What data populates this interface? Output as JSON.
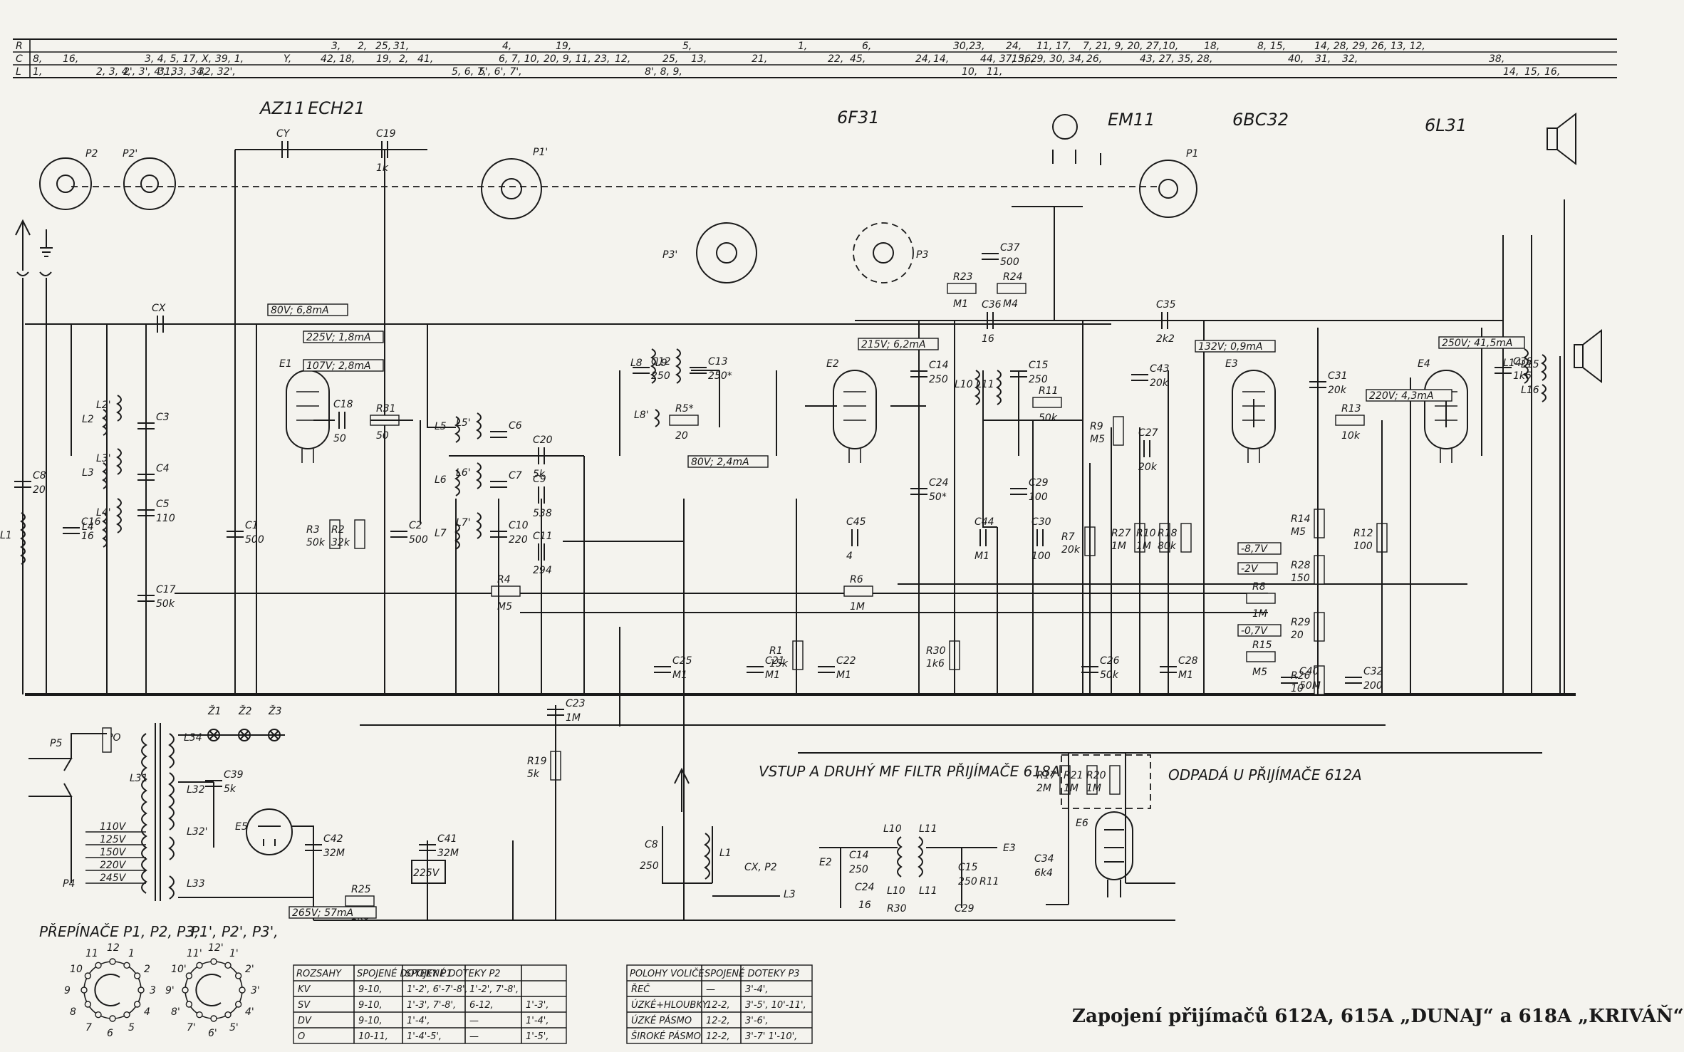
{
  "title": "Zapojení přijímačů 612A, 615A „DUNAJ“ a 618A „KRIVÁŇ“",
  "tubes": [
    {
      "id": "az11",
      "label": "AZ11"
    },
    {
      "id": "ech21",
      "label": "ECH21"
    },
    {
      "id": "6f31",
      "label": "6F31"
    },
    {
      "id": "em11",
      "label": "EM11"
    },
    {
      "id": "6bc32",
      "label": "6BC32"
    },
    {
      "id": "6l31",
      "label": "6L31"
    }
  ],
  "index_table": {
    "rows": [
      {
        "key": "R",
        "entries": [
          "3,",
          "2,",
          "25,",
          "31,",
          "4,",
          "19,",
          "5,",
          "1,",
          "6,",
          "30,23,",
          "24,",
          "11, 17,",
          "7, 21, 9, 20, 27,",
          "10,",
          "18,",
          "8, 15,",
          "14, 28, 29, 26, 13, 12,"
        ]
      },
      {
        "key": "C",
        "entries": [
          "8,",
          "16,",
          "3, 4, 5, 17, X,",
          "39, 1,",
          "Y,",
          "42,",
          "18,",
          "19,",
          "2,",
          "41,",
          "6, 7, 10,",
          "20, 9, 11, 23,",
          "12,",
          "25,",
          "13,",
          "21,",
          "22,",
          "45,",
          "24,",
          "14,",
          "44, 37, 36,",
          "15, 29, 30, 34,",
          "26,",
          "43, 27, 35, 28,",
          "40,",
          "31,",
          "32,",
          "38,"
        ]
      },
      {
        "key": "L",
        "entries": [
          "1,",
          "2, 3, 4,",
          "2', 3', 4',",
          "31,",
          "33, 34,",
          "32, 32',",
          "5, 6, 7,",
          "5', 6', 7',",
          "8', 8, 9,",
          "10,",
          "11,",
          "14,",
          "15,",
          "16,"
        ]
      }
    ]
  },
  "components": {
    "E1": "E1",
    "E2": "E2",
    "E3": "E3",
    "E4": "E4",
    "E5": "E5",
    "E6": "E6",
    "C1": "C1",
    "C1v": "500",
    "C2": "C2",
    "C2v": "500",
    "C3": "C3",
    "C4": "C4",
    "C5": "C5",
    "C5v": "110",
    "C6": "C6",
    "C7": "C7",
    "C8": "C8",
    "C8v": "20",
    "C9": "C9",
    "C9v": "538",
    "C10": "C10",
    "C10v": "220",
    "C11": "C11",
    "C11v": "294",
    "C12": "C12",
    "C12v": "250",
    "C13": "C13",
    "C13v": "250*",
    "C14": "C14",
    "C14v": "250",
    "C15": "C15",
    "C15v": "250",
    "C16": "C16",
    "C16v": "16",
    "C17": "C17",
    "C17v": "50k",
    "C18": "C18",
    "C18v": "50",
    "C19": "C19",
    "C19v": "1k",
    "C20": "C20",
    "C20v": "5k",
    "C21": "C21",
    "C21v": "M1",
    "C22": "C22",
    "C22v": "M1",
    "C23": "C23",
    "C23v": "1M",
    "C24": "C24",
    "C24v": "50*",
    "C25": "C25",
    "C25v": "M1",
    "C26": "C26",
    "C26v": "50k",
    "C27": "C27",
    "C27v": "20k",
    "C28": "C28",
    "C28v": "M1",
    "C29": "C29",
    "C29v": "100",
    "C30": "C30",
    "C30v": "100",
    "C31": "C31",
    "C31v": "20k",
    "C32": "C32",
    "C32v": "200",
    "C34": "C34",
    "C34v": "6k4",
    "C35": "C35",
    "C35v": "2k2",
    "C36": "C36",
    "C36v": "16",
    "C37": "C37",
    "C37v": "500",
    "C38": "C38",
    "C38v": "1k6",
    "C39": "C39",
    "C39v": "5k",
    "C40": "C40",
    "C40v": "50M",
    "C41": "C41",
    "C41v": "32M",
    "C42": "C42",
    "C42v": "32M",
    "C43": "C43",
    "C43v": "20k",
    "C44": "C44",
    "C44v": "M1",
    "C45": "C45",
    "C45v": "4",
    "CX": "CX",
    "CY": "CY",
    "R1": "R1",
    "R1v": "15k",
    "R2": "R2",
    "R2v": "32k",
    "R3": "R3",
    "R3v": "50k",
    "R4": "R4",
    "R4v": "M5",
    "R5": "R5*",
    "R5v": "20",
    "R6": "R6",
    "R6v": "1M",
    "R7": "R7",
    "R7v": "20k",
    "R8": "R8",
    "R8v": "1M",
    "R9": "R9",
    "R9v": "M5",
    "R10": "R10",
    "R10v": "1M",
    "R11": "R11",
    "R11v": "50k",
    "R12": "R12",
    "R12v": "100",
    "R13": "R13",
    "R13v": "10k",
    "R14": "R14",
    "R14v": "M5",
    "R15": "R15",
    "R15v": "M5",
    "R17": "R17",
    "R17v": "2M",
    "R18": "R18",
    "R18v": "80k",
    "R19": "R19",
    "R19v": "5k",
    "R20": "R20",
    "R20v": "1M",
    "R21": "R21",
    "R21v": "1M",
    "R23": "R23",
    "R23v": "M1",
    "R24": "R24",
    "R24v": "M4",
    "R25": "R25",
    "R25v": "1k6",
    "R26": "R26",
    "R26v": "10",
    "R27": "R27",
    "R27v": "1M",
    "R28": "R28",
    "R28v": "150",
    "R29": "R29",
    "R29v": "20",
    "R30": "R30",
    "R30v": "1k6",
    "R31": "R31",
    "R31v": "50",
    "L1": "L1",
    "L2": "L2",
    "L2p": "L2'",
    "L3": "L3",
    "L3p": "L3'",
    "L4": "L4",
    "L4p": "L4'",
    "L5": "L5",
    "L5p": "L5'",
    "L6": "L6",
    "L6p": "L6'",
    "L7": "L7",
    "L7p": "L7'",
    "L8": "L8",
    "L8p": "L8'",
    "L9": "L9",
    "L10": "L10",
    "L11": "L11",
    "L14": "L14",
    "L15": "L15",
    "L16": "L16",
    "L31": "L31",
    "L32": "L32",
    "L32p": "L32'",
    "L33": "L33",
    "L34": "L34",
    "P1": "P1",
    "P1p": "P1'",
    "P2": "P2",
    "P2p": "P2'",
    "P3": "P3",
    "P3p": "P3'",
    "P4": "P4",
    "P5": "P5",
    "PO": "PO",
    "Z1": "Ž1",
    "Z2": "Ž2",
    "Z3": "Ž3"
  },
  "voltages": {
    "v1": "80V; 6,8mA",
    "v2": "225V; 1,8mA",
    "v3": "107V; 2,8mA",
    "v4": "215V; 6,2mA",
    "v5": "80V; 2,4mA",
    "v6": "132V; 0,9mA",
    "v7": "250V; 41,5mA",
    "v8": "220V; 4,3mA",
    "v9": "-8,7V",
    "v10": "-2V",
    "v11": "-0,7V",
    "v12": "225V",
    "v13": "265V; 57mA"
  },
  "mains_taps": [
    "110V",
    "125V",
    "150V",
    "220V",
    "245V"
  ],
  "captions": {
    "inset1": "VSTUP A DRUHÝ MF FILTR PŘIJÍMAČE 618A",
    "inset2": "ODPADÁ U PŘIJÍMAČE 612A",
    "switches": "PŘEPÍNAČE P1, P2, P3,",
    "switches2": "P1', P2', P3',",
    "E2": "E2",
    "E3": "E3",
    "L3": "L3",
    "R11": "R11",
    "C29": "C29",
    "R30": "R30",
    "CXP2": "CX, P2"
  },
  "switch_numbers": [
    "12",
    "1",
    "2",
    "3",
    "4",
    "5",
    "6",
    "7",
    "8",
    "9",
    "10",
    "11"
  ],
  "switch_numbers_p": [
    "12'",
    "1'",
    "2'",
    "3'",
    "4'",
    "5'",
    "6'",
    "7'",
    "8'",
    "9'",
    "10'",
    "11'"
  ],
  "range_table": {
    "headers": [
      "ROZSAHY",
      "SPOJENÉ DOTEKY P1",
      "SPOJENÉ DOTEKY P2"
    ],
    "rows": [
      [
        "KV",
        "9-10,",
        "1'-2', 6'-7'-8',",
        "1'-2', 7'-8',"
      ],
      [
        "SV",
        "9-10,",
        "1'-3', 7'-8',",
        "6-12,",
        "1'-3',"
      ],
      [
        "DV",
        "9-10,",
        "1'-4',",
        "—",
        "1'-4',"
      ],
      [
        "O",
        "10-11,",
        "1'-4'-5',",
        "—",
        "1'-5',"
      ]
    ]
  },
  "tone_table": {
    "headers": [
      "POLOHY VOLIČE",
      "SPOJENÉ DOTEKY P3"
    ],
    "rows": [
      [
        "ŘEČ",
        "—",
        "3'-4',"
      ],
      [
        "ÚZKÉ+HLOUBKY",
        "12-2,",
        "3'-5', 10'-11',"
      ],
      [
        "ÚZKÉ PÁSMO",
        "12-2,",
        "3'-6',"
      ],
      [
        "ŠIROKÉ PÁSMO",
        "12-2,",
        "3'-7' 1'-10',"
      ]
    ]
  }
}
